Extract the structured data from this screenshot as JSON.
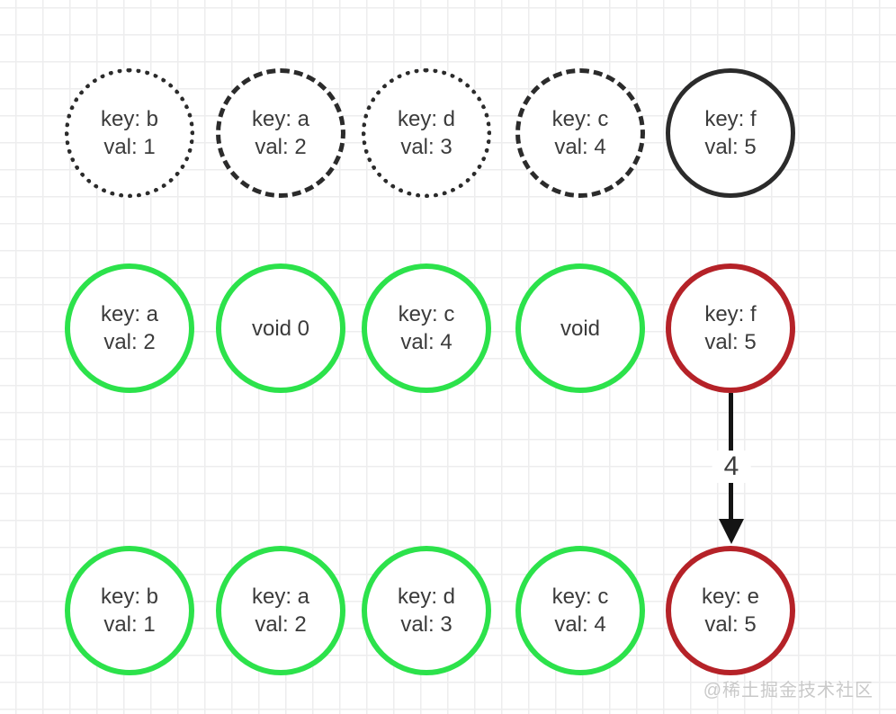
{
  "watermark": "@稀土掘金技术社区",
  "colors": {
    "node_black": "#2b2b2b",
    "node_green": "#2ce24b",
    "node_red": "#b52228",
    "text": "#3b3b3b",
    "grid_line": "#ededee",
    "arrow": "#141414",
    "watermark": "#c9c9c9"
  },
  "arrow": {
    "label": "4"
  },
  "rows": [
    {
      "name": "top-row-black",
      "nodes": [
        {
          "border": "dotted",
          "lines": [
            "key: b",
            "val: 1"
          ]
        },
        {
          "border": "dashed",
          "lines": [
            "key: a",
            "val: 2"
          ]
        },
        {
          "border": "dotted",
          "lines": [
            "key: d",
            "val: 3"
          ]
        },
        {
          "border": "dashed",
          "lines": [
            "key: c",
            "val: 4"
          ]
        },
        {
          "border": "solid",
          "lines": [
            "key: f",
            "val: 5"
          ]
        }
      ]
    },
    {
      "name": "middle-row",
      "nodes": [
        {
          "border": "green",
          "lines": [
            "key: a",
            "val: 2"
          ]
        },
        {
          "border": "green",
          "lines": [
            "void 0"
          ]
        },
        {
          "border": "green",
          "lines": [
            "key: c",
            "val: 4"
          ]
        },
        {
          "border": "green",
          "lines": [
            "void"
          ]
        },
        {
          "border": "red",
          "lines": [
            "key: f",
            "val: 5"
          ]
        }
      ]
    },
    {
      "name": "bottom-row",
      "nodes": [
        {
          "border": "green",
          "lines": [
            "key: b",
            "val: 1"
          ]
        },
        {
          "border": "green",
          "lines": [
            "key: a",
            "val: 2"
          ]
        },
        {
          "border": "green",
          "lines": [
            "key: d",
            "val: 3"
          ]
        },
        {
          "border": "green",
          "lines": [
            "key: c",
            "val: 4"
          ]
        },
        {
          "border": "red",
          "lines": [
            "key: e",
            "val: 5"
          ]
        }
      ]
    }
  ]
}
